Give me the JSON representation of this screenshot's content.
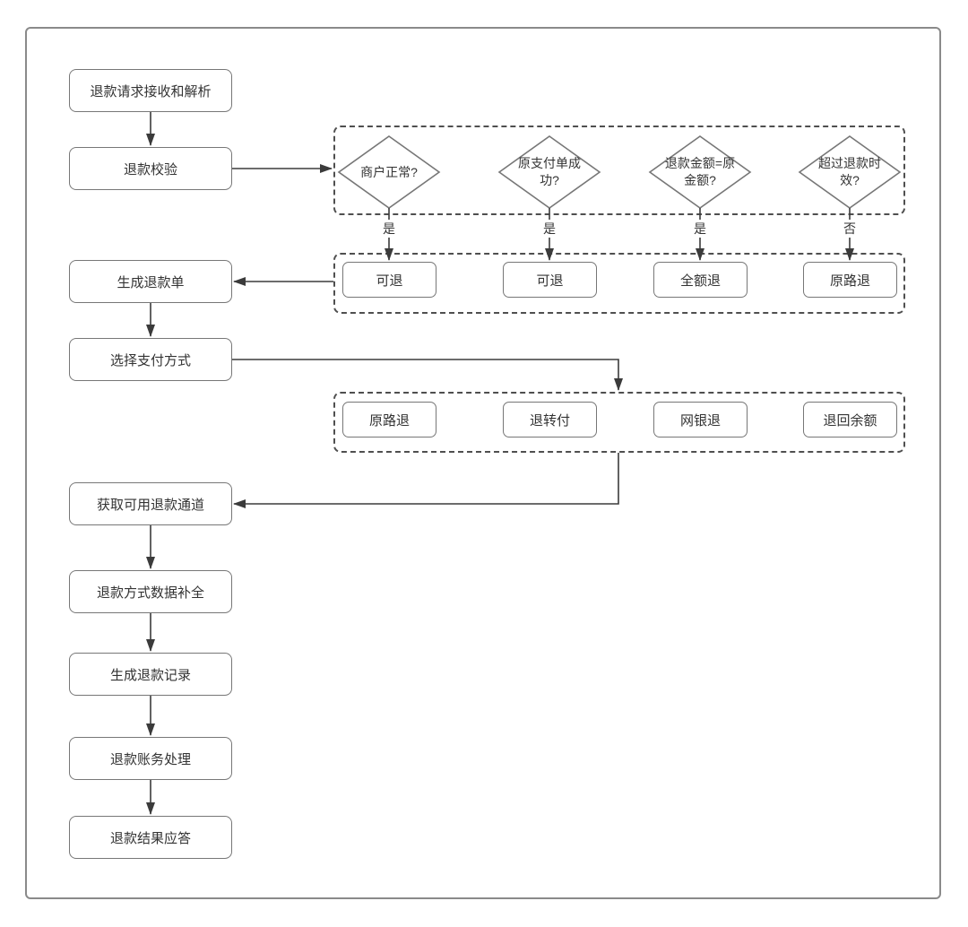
{
  "diagram": {
    "title": "refund-process-flowchart",
    "steps": [
      {
        "label": "退款请求接收和解析"
      },
      {
        "label": "退款校验"
      },
      {
        "label": "生成退款单"
      },
      {
        "label": "选择支付方式"
      },
      {
        "label": "获取可用退款通道"
      },
      {
        "label": "退款方式数据补全"
      },
      {
        "label": "生成退款记录"
      },
      {
        "label": "退款账务处理"
      },
      {
        "label": "退款结果应答"
      }
    ],
    "decisions": [
      {
        "label": "商户正常?",
        "branch": "是",
        "result": "可退"
      },
      {
        "label": "原支付单成功?",
        "branch": "是",
        "result": "可退"
      },
      {
        "label": "退款金额=原金额?",
        "branch": "是",
        "result": "全额退"
      },
      {
        "label": "超过退款时效?",
        "branch": "否",
        "result": "原路退"
      }
    ],
    "payment_methods": [
      {
        "label": "原路退"
      },
      {
        "label": "退转付"
      },
      {
        "label": "网银退"
      },
      {
        "label": "退回余额"
      }
    ],
    "colors": {
      "line": "#3b3b3b",
      "box_border": "#777777",
      "container_border": "#4f4f4f",
      "frame_border": "#8a8a8a",
      "text": "#333333",
      "background": "#ffffff"
    }
  }
}
